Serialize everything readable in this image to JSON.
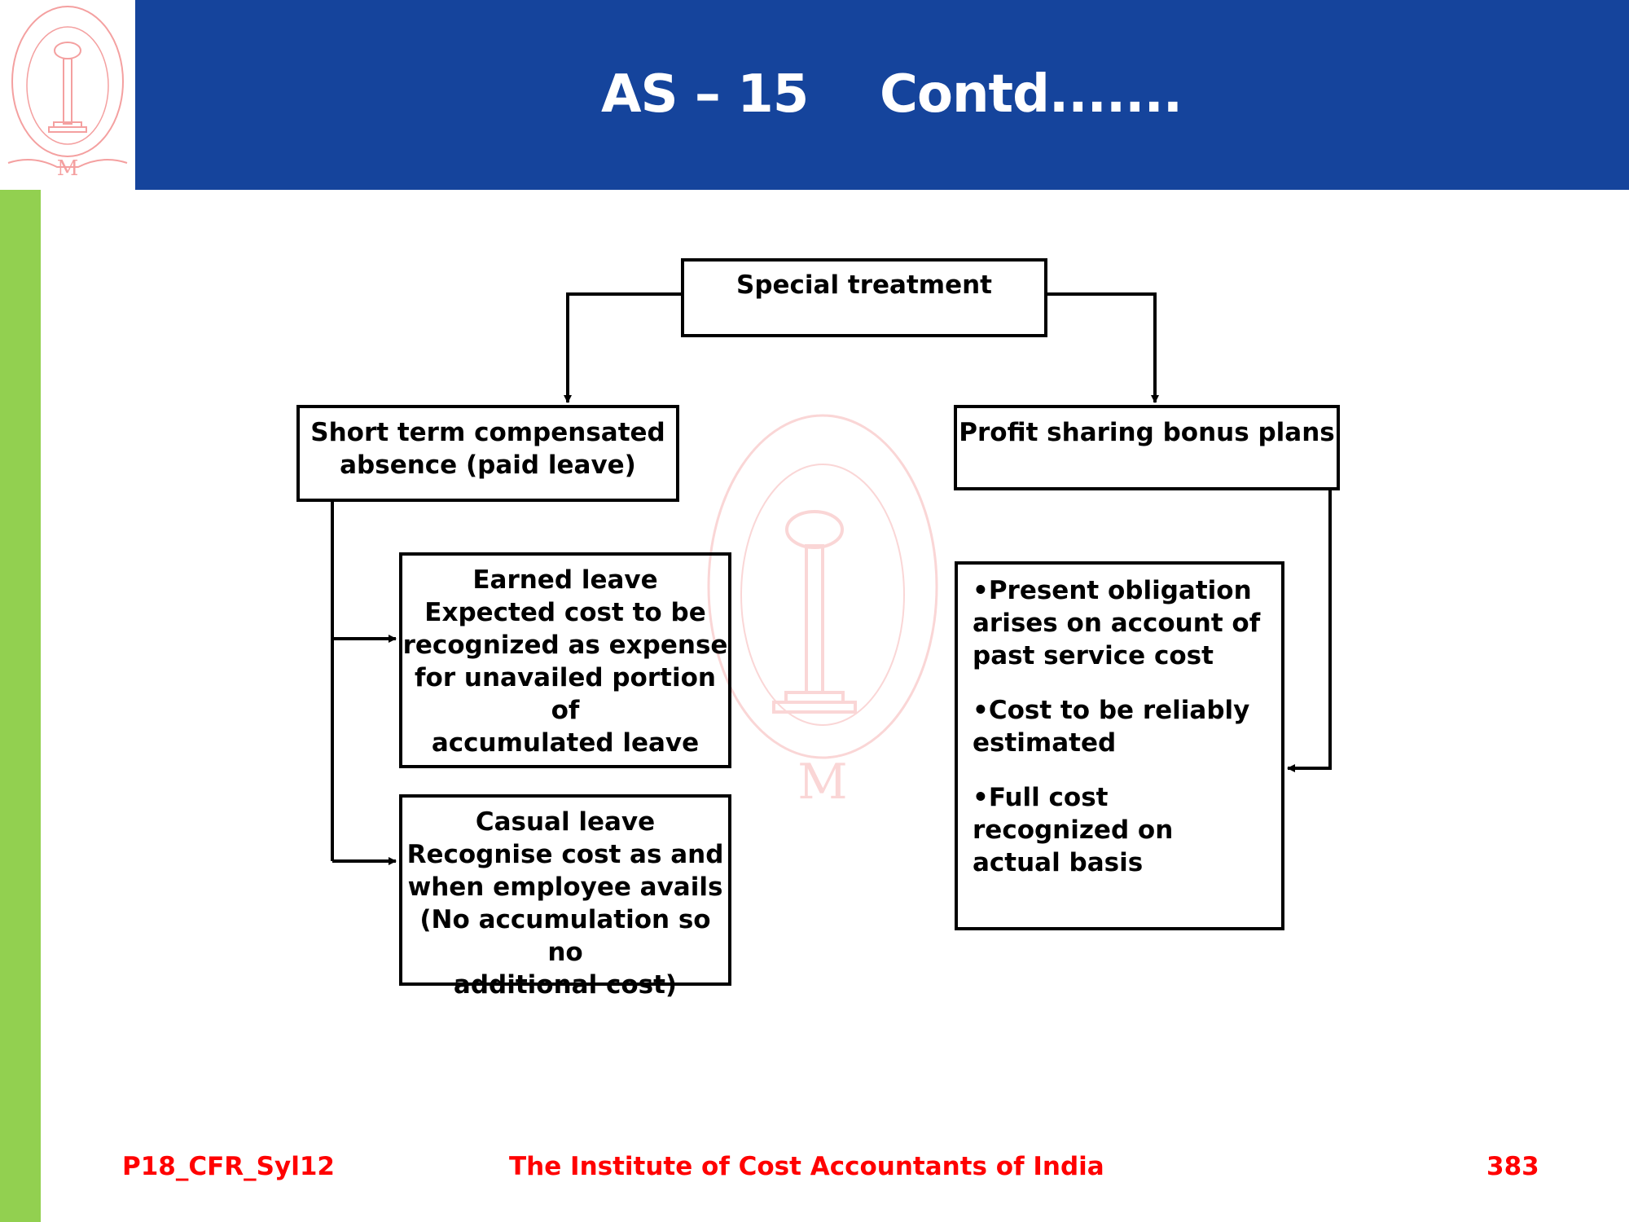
{
  "header": {
    "title_left": "AS – 15",
    "title_right": "Contd.......",
    "logo": "icai-logo-icon"
  },
  "colors": {
    "header_bg": "#15449c",
    "sidebar_accent": "#92d050",
    "footer_text": "#ff0000",
    "watermark": "#f4a0a0"
  },
  "diagram": {
    "root": {
      "label": "Special treatment"
    },
    "left_branch": {
      "label_lines": [
        "Short term compensated",
        "absence (paid leave)"
      ],
      "children": [
        {
          "label_lines": [
            "Earned leave",
            "Expected cost to be",
            "recognized as expense",
            "for unavailed portion of",
            "accumulated leave"
          ]
        },
        {
          "label_lines": [
            "Casual leave",
            "Recognise cost as and",
            "when employee avails",
            "(No accumulation so no",
            "additional cost)"
          ]
        }
      ]
    },
    "right_branch": {
      "label": "Profit sharing bonus plans",
      "child": {
        "bullets": [
          "•Present obligation arises on account of past service cost",
          "•Cost to be reliably estimated",
          "•Full cost recognized on actual basis"
        ]
      }
    }
  },
  "footer": {
    "code": "P18_CFR_Syl12",
    "institute": "The Institute of Cost Accountants of India",
    "page_number": "383"
  }
}
